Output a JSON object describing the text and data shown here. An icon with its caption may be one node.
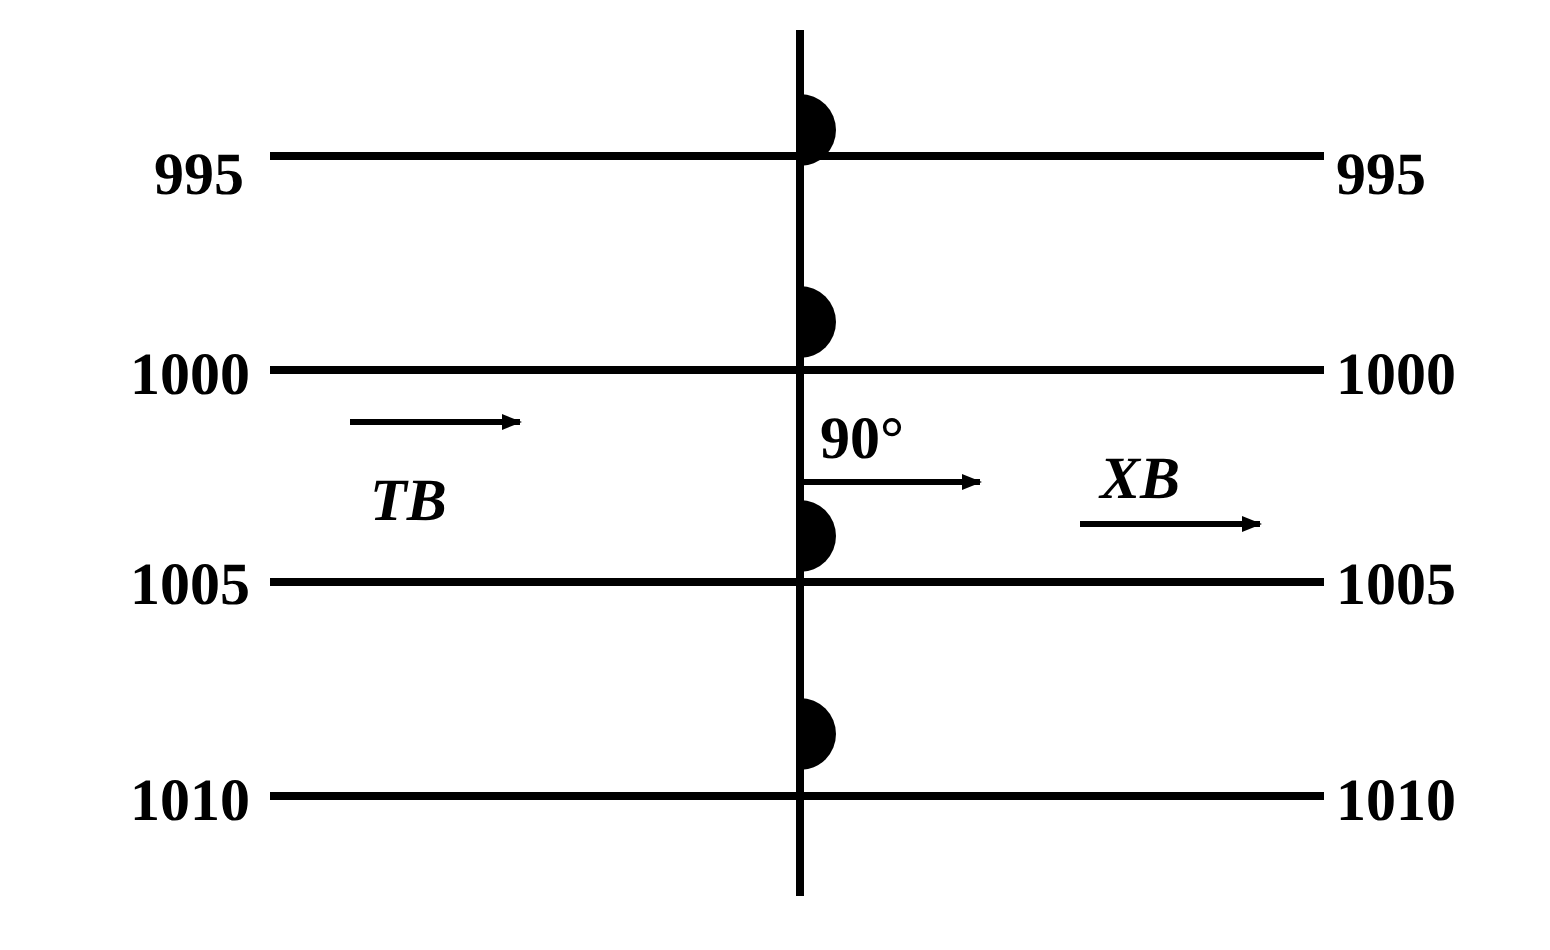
{
  "diagram": {
    "labels": [
      "995",
      "995",
      "1000",
      "1000",
      "90°",
      "TB",
      "XB",
      "1005",
      "1005",
      "1010",
      "1010"
    ]
  }
}
